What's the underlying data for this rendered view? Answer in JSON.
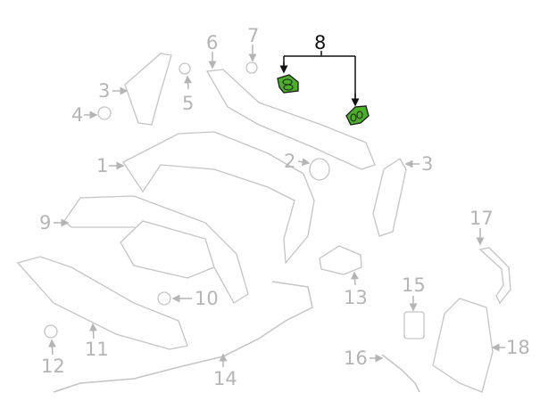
{
  "diagram": {
    "highlight_color": "#4caf2a",
    "labels": {
      "l1": "1",
      "l2": "2",
      "l3a": "3",
      "l3b": "3",
      "l4": "4",
      "l5": "5",
      "l6": "6",
      "l7": "7",
      "l8": "8",
      "l9": "9",
      "l10": "10",
      "l11": "11",
      "l12": "12",
      "l13": "13",
      "l14": "14",
      "l15": "15",
      "l16": "16",
      "l17": "17",
      "l18": "18"
    }
  }
}
